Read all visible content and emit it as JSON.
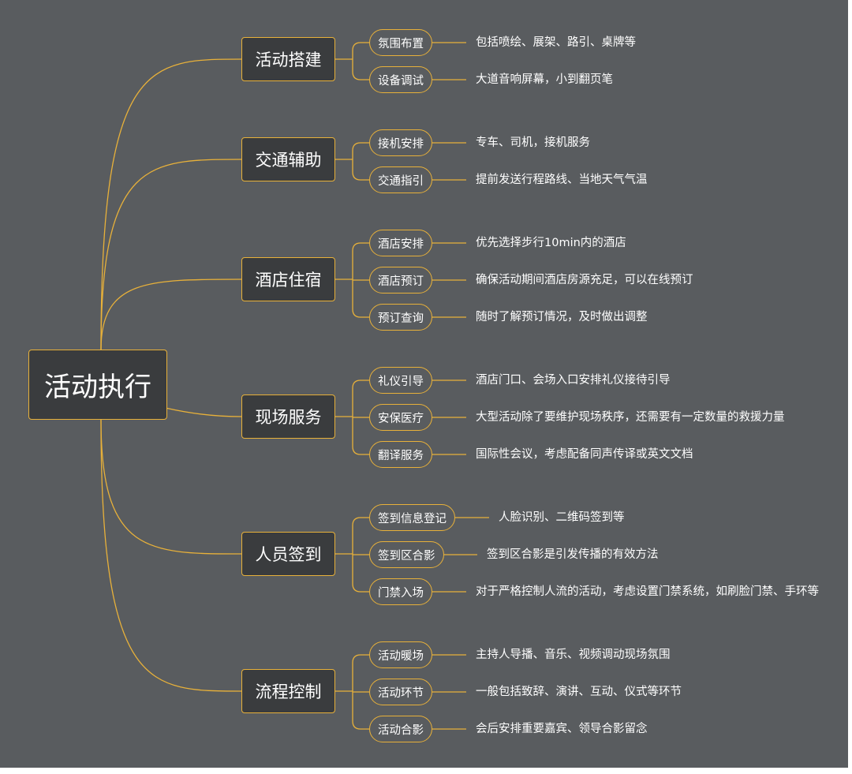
{
  "colors": {
    "background": "#595c5f",
    "node_fill": "#3a3c3e",
    "connector": "#e8b13a",
    "text": "#ffffff"
  },
  "root": {
    "label": "活动执行"
  },
  "branches": [
    {
      "label": "活动搭建",
      "items": [
        {
          "label": "氛围布置",
          "desc": "包括喷绘、展架、路引、桌牌等"
        },
        {
          "label": "设备调试",
          "desc": "大道音响屏幕，小到翻页笔"
        }
      ]
    },
    {
      "label": "交通辅助",
      "items": [
        {
          "label": "接机安排",
          "desc": "专车、司机，接机服务"
        },
        {
          "label": "交通指引",
          "desc": "提前发送行程路线、当地天气气温"
        }
      ]
    },
    {
      "label": "酒店住宿",
      "items": [
        {
          "label": "酒店安排",
          "desc": "优先选择步行10min内的酒店"
        },
        {
          "label": "酒店预订",
          "desc": "确保活动期间酒店房源充足，可以在线预订"
        },
        {
          "label": "预订查询",
          "desc": "随时了解预订情况，及时做出调整"
        }
      ]
    },
    {
      "label": "现场服务",
      "items": [
        {
          "label": "礼仪引导",
          "desc": "酒店门口、会场入口安排礼仪接待引导"
        },
        {
          "label": "安保医疗",
          "desc": "大型活动除了要维护现场秩序，还需要有一定数量的救援力量"
        },
        {
          "label": "翻译服务",
          "desc": "国际性会议，考虑配备同声传译或英文文档"
        }
      ]
    },
    {
      "label": "人员签到",
      "items": [
        {
          "label": "签到信息登记",
          "desc": "人脸识别、二维码签到等"
        },
        {
          "label": "签到区合影",
          "desc": "签到区合影是引发传播的有效方法"
        },
        {
          "label": "门禁入场",
          "desc": "对于严格控制人流的活动，考虑设置门禁系统，如刷脸门禁、手环等"
        }
      ]
    },
    {
      "label": "流程控制",
      "items": [
        {
          "label": "活动暖场",
          "desc": "主持人导播、音乐、视频调动现场氛围"
        },
        {
          "label": "活动环节",
          "desc": "一般包括致辞、演讲、互动、仪式等环节"
        },
        {
          "label": "活动合影",
          "desc": "会后安排重要嘉宾、领导合影留念"
        }
      ]
    }
  ]
}
